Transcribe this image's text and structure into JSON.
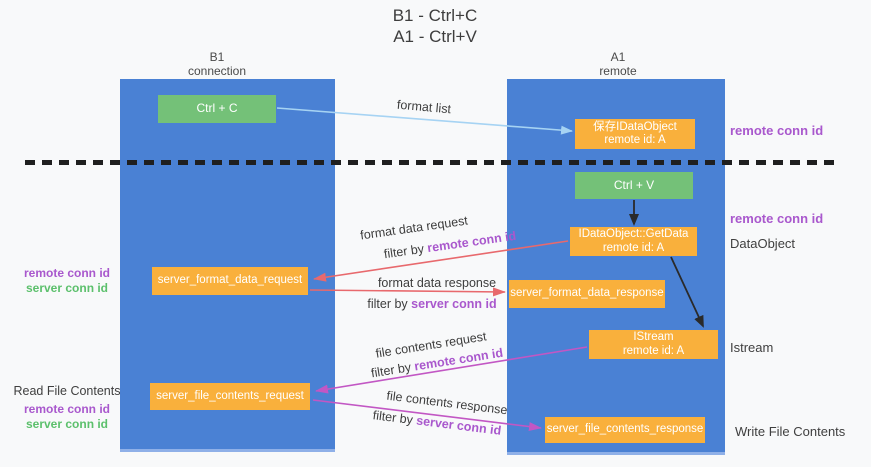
{
  "title": {
    "line1": "B1 - Ctrl+C",
    "line2": "A1 - Ctrl+V"
  },
  "lanes": {
    "left": {
      "title": "B1",
      "subtitle": "connection"
    },
    "right": {
      "title": "A1",
      "subtitle": "remote"
    }
  },
  "nodes": {
    "ctrl_c": {
      "label": "Ctrl + C"
    },
    "save_dataobject": {
      "line1": "保存IDataObject",
      "line2": "remote id: A"
    },
    "ctrl_v": {
      "label": "Ctrl + V"
    },
    "getdata": {
      "line1": "IDataObject::GetData",
      "line2": "remote id: A"
    },
    "server_format_data_request": {
      "label": "server_format_data_request"
    },
    "server_format_data_response": {
      "label": "server_format_data_response"
    },
    "istream": {
      "line1": "IStream",
      "line2": "remote id: A"
    },
    "server_file_contents_request": {
      "label": "server_file_contents_request"
    },
    "server_file_contents_response": {
      "label": "server_file_contents_response"
    }
  },
  "flows": {
    "format_list": {
      "label": "format list"
    },
    "format_data_request": {
      "label": "format data request",
      "filter_prefix": "filter by",
      "filter_key": "remote conn id"
    },
    "format_data_response": {
      "label": "format data response",
      "filter_prefix": "filter by",
      "filter_key": "server conn id"
    },
    "file_contents_request": {
      "label": "file contents request",
      "filter_prefix": "filter by",
      "filter_key": "remote conn id"
    },
    "file_contents_response": {
      "label": "file contents response",
      "filter_prefix": "filter by",
      "filter_key": "server conn id"
    }
  },
  "side_labels": {
    "right_remote_conn_top": "remote conn id",
    "right_remote_conn_mid": "remote conn id",
    "right_dataobject": "DataObject",
    "right_istream": "Istream",
    "right_write_file": "Write File Contents",
    "left_remote_conn_top": "remote conn id",
    "left_server_conn_top": "server conn id",
    "left_read_file": "Read File Contents",
    "left_remote_conn_bottom": "remote conn id",
    "left_server_conn_bottom": "server conn id"
  },
  "colors": {
    "background": "#f8f9fa",
    "lane_blue": "#4a81d4",
    "node_green": "#74c178",
    "node_orange": "#f9b03c",
    "arrow_lightblue": "#a6d3f3",
    "arrow_red": "#e8696d",
    "arrow_magenta": "#c257c4",
    "label_purple": "#a958cd",
    "label_green": "#5cc06c",
    "text_dark": "#3d3d3d",
    "dash_black": "#1f1f1f"
  }
}
